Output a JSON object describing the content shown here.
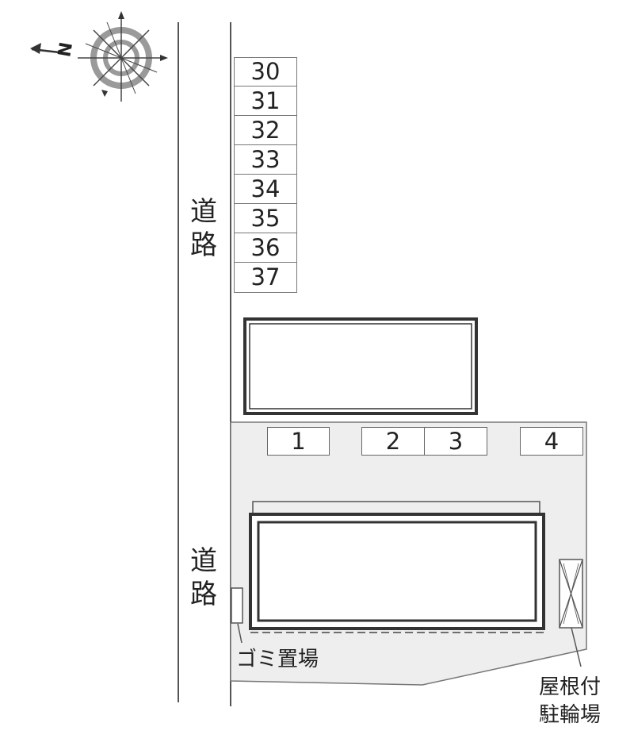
{
  "compass": {
    "north_label": "N",
    "icon": "compass-rose-icon"
  },
  "roads": {
    "west_upper": "道路",
    "west_lower": "道路"
  },
  "parking_column": [
    "30",
    "31",
    "32",
    "33",
    "34",
    "35",
    "36",
    "37"
  ],
  "parking_row": [
    "1",
    "2",
    "3",
    "4"
  ],
  "labels": {
    "garbage": "ゴミ置場",
    "bicycle_line1": "屋根付",
    "bicycle_line2": "駐輪場"
  },
  "colors": {
    "lot_fill": "#eeeeee",
    "line": "#555555",
    "building_outline": "#333333",
    "compass_ring": "#9a9a9a"
  }
}
